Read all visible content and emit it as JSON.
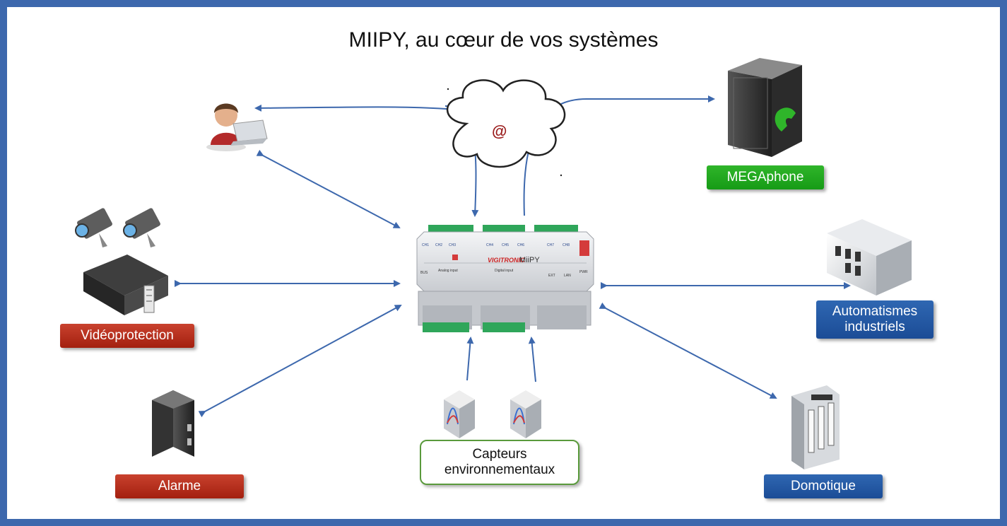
{
  "title": "MIIPY, au cœur de vos systèmes",
  "cloud_symbol": "@",
  "labels": {
    "megaphone": "MEGAphone",
    "videoprotection": "Vidéoprotection",
    "automatismes": "Automatismes industriels",
    "alarme": "Alarme",
    "capteurs": "Capteurs environnementaux",
    "domotique": "Domotique"
  },
  "device": {
    "brand": "VIGITRONIC",
    "model": "MiiPY",
    "ports": [
      "EXT",
      "LAN",
      "PWR"
    ],
    "section_analog": "Analog input",
    "section_digital": "Digital input",
    "channels": [
      "CH1",
      "CH2",
      "CH3",
      "CH4",
      "CH5",
      "CH6",
      "CH7",
      "CH8"
    ],
    "bus": "BUS"
  },
  "icons": [
    "user-laptop-icon",
    "cloud-icon",
    "server-phone-icon",
    "camera-icon",
    "dvr-icon",
    "plc-icon",
    "alarm-panel-icon",
    "sensor-icon",
    "home-automation-icon"
  ],
  "colors": {
    "frame": "#3d68ad",
    "arrow": "#3d68ad",
    "green": "#169b16",
    "red": "#a3200f",
    "blue": "#1b4c96"
  }
}
